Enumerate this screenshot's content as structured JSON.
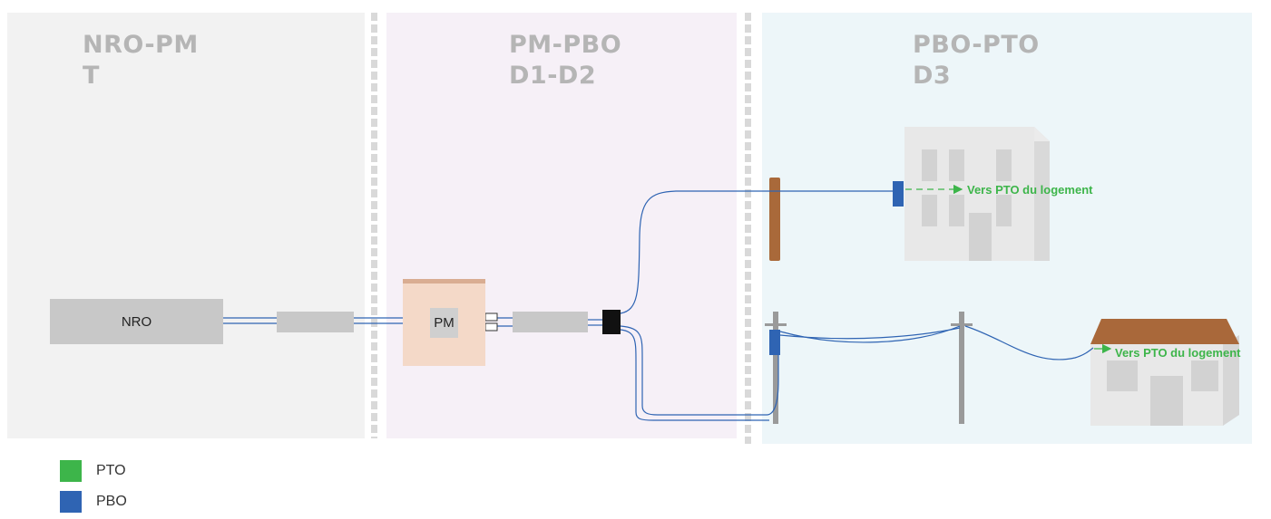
{
  "zones": [
    {
      "line1": "NRO-PM",
      "line2": "T"
    },
    {
      "line1": "PM-PBO",
      "line2": "D1-D2"
    },
    {
      "line1": "PBO-PTO",
      "line2": "D3"
    }
  ],
  "nodes": {
    "nro_label": "NRO",
    "pm_label": "PM"
  },
  "annotations": {
    "building_arrow": "Vers PTO du logement",
    "house_arrow": "Vers PTO du logement"
  },
  "legend": [
    {
      "label": "PTO",
      "color": "#3db54a"
    },
    {
      "label": "PBO",
      "color": "#2f64b3"
    }
  ],
  "colors": {
    "fiber": "#2f64b3",
    "pto_arrow": "#3db54a",
    "zone1_bg": "#f2f2f2",
    "zone2_bg": "#f6f0f7",
    "zone3_bg": "#edf6f9"
  }
}
